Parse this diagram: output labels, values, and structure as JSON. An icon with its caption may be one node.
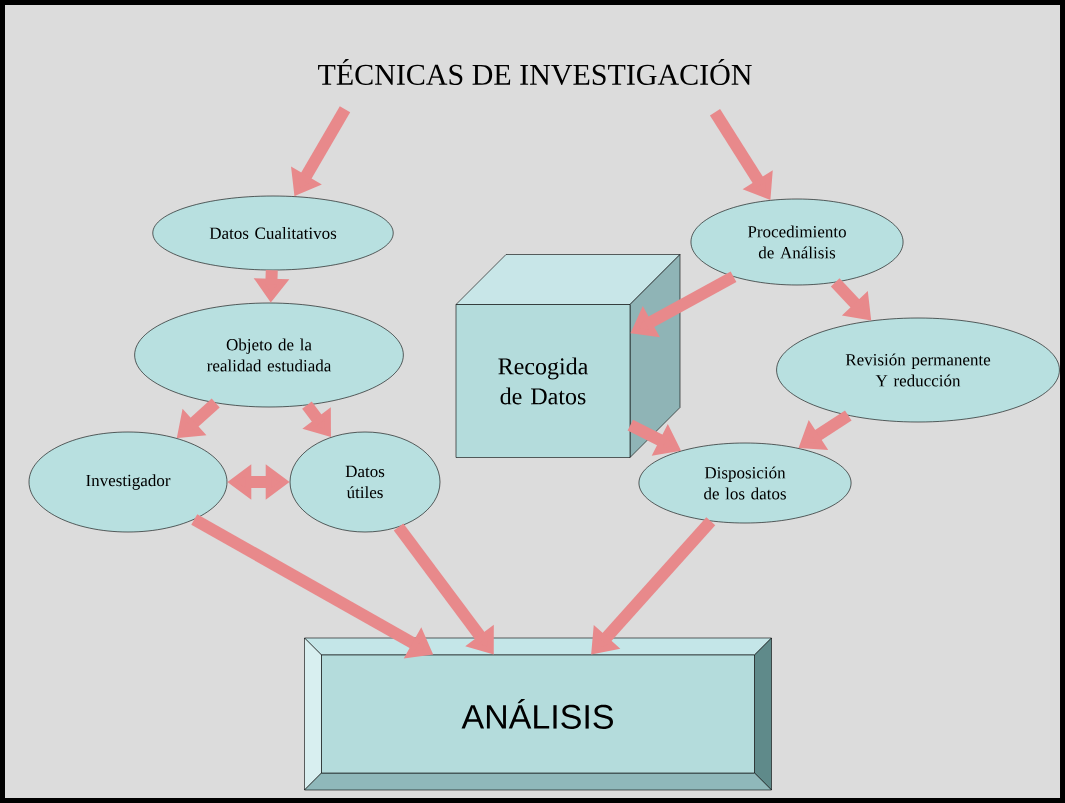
{
  "diagram": {
    "nodes": [
      {
        "text": [
          "TÉCNICAS DE INVESTIGACIÓN"
        ]
      },
      {
        "text": [
          "Datos Cualitativos"
        ]
      },
      {
        "text": [
          "Objeto de la realidad estudiada"
        ]
      },
      {
        "text": [
          "Investigador"
        ]
      },
      {
        "text": [
          "Datos útiles"
        ]
      },
      {
        "text": [
          "Procedimiento de Análisis"
        ]
      },
      {
        "text": [
          "Recogida de Datos"
        ]
      },
      {
        "text": [
          "Revisión permanente Y reducción"
        ]
      },
      {
        "text": [
          "Disposición de los datos"
        ]
      },
      {
        "text": [
          "ANÁLISIS"
        ]
      }
    ],
    "edges": [
      {
        "from": 0,
        "to": 1,
        "arrow": "to"
      },
      {
        "from": 0,
        "to": 5,
        "arrow": "to"
      },
      {
        "from": 1,
        "to": 2,
        "arrow": "to"
      },
      {
        "from": 2,
        "to": 3,
        "arrow": "to"
      },
      {
        "from": 2,
        "to": 4,
        "arrow": "to"
      },
      {
        "from": 3,
        "to": 4,
        "arrow": "both"
      },
      {
        "from": 3,
        "to": 9,
        "arrow": "to"
      },
      {
        "from": 4,
        "to": 9,
        "arrow": "to"
      },
      {
        "from": 5,
        "to": 6,
        "arrow": "to"
      },
      {
        "from": 5,
        "to": 7,
        "arrow": "to"
      },
      {
        "from": 6,
        "to": 8,
        "arrow": "to"
      },
      {
        "from": 7,
        "to": 8,
        "arrow": "to"
      },
      {
        "from": 8,
        "to": 9,
        "arrow": "to"
      }
    ]
  }
}
